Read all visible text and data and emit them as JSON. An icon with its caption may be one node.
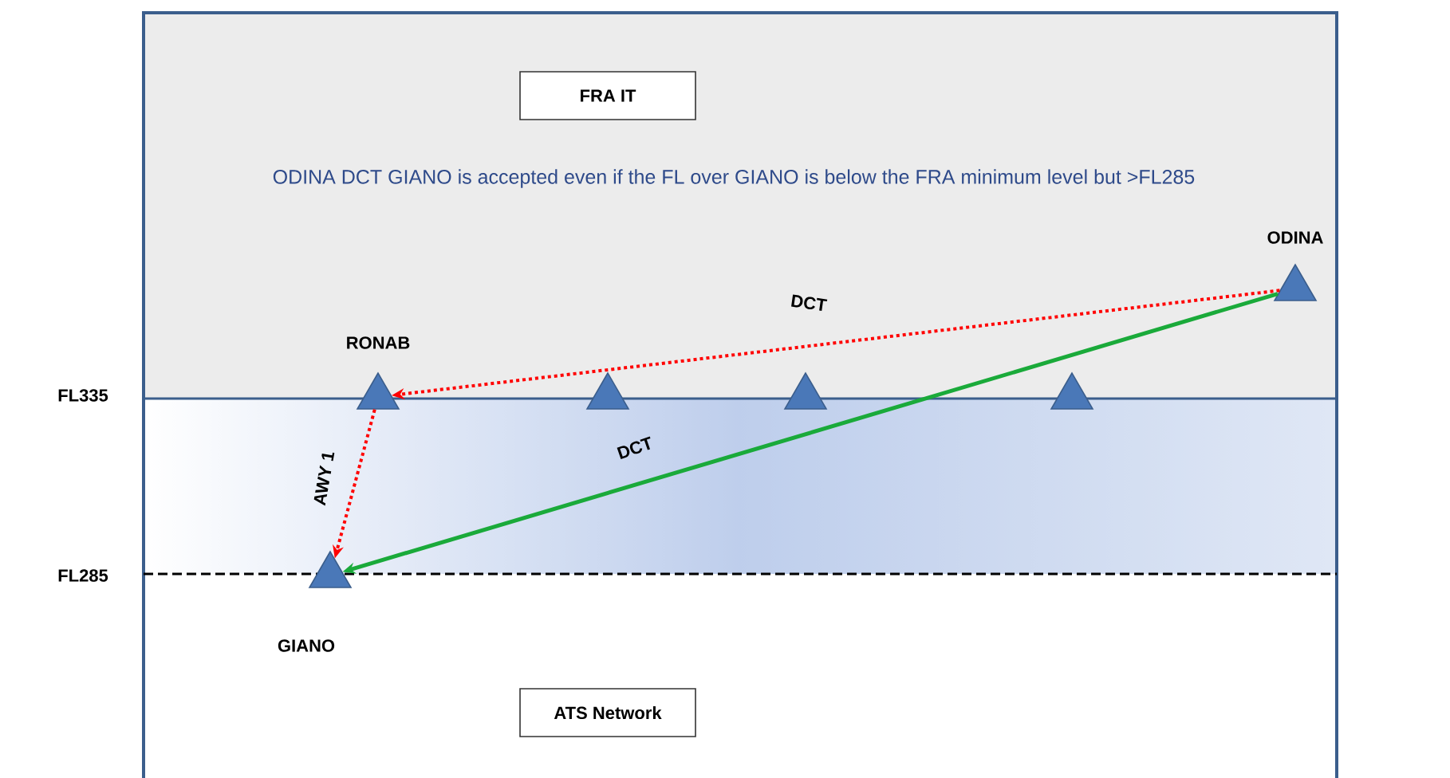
{
  "diagram": {
    "nodes": [
      {
        "text": [
          "FRA IT"
        ]
      },
      {
        "text": [
          "ATS Network"
        ]
      },
      {
        "text": [],
        "shape": "triangle",
        "beside": [
          "ODINA"
        ]
      },
      {
        "text": [],
        "shape": "triangle",
        "beside": [
          "RONAB"
        ]
      },
      {
        "text": [],
        "shape": "triangle"
      },
      {
        "text": [],
        "shape": "triangle"
      },
      {
        "text": [],
        "shape": "triangle"
      },
      {
        "text": [],
        "shape": "triangle",
        "beside": [
          "GIANO"
        ]
      }
    ],
    "edges": [
      {
        "from": 2,
        "to": 3,
        "arrow": "to",
        "label": "DCT",
        "style": "dashed",
        "color": "#ff0000"
      },
      {
        "from": 3,
        "to": 7,
        "arrow": "to",
        "label": "AWY 1",
        "style": "dashed",
        "color": "#ff0000"
      },
      {
        "from": 2,
        "to": 7,
        "arrow": "to",
        "label": "DCT",
        "color": "#1aaa3a"
      }
    ],
    "labels": [
      "ODINA  DCT GIANO is accepted even if the FL over GIANO is below the FRA minimum level but >FL285",
      "FL335",
      "FL285"
    ]
  }
}
